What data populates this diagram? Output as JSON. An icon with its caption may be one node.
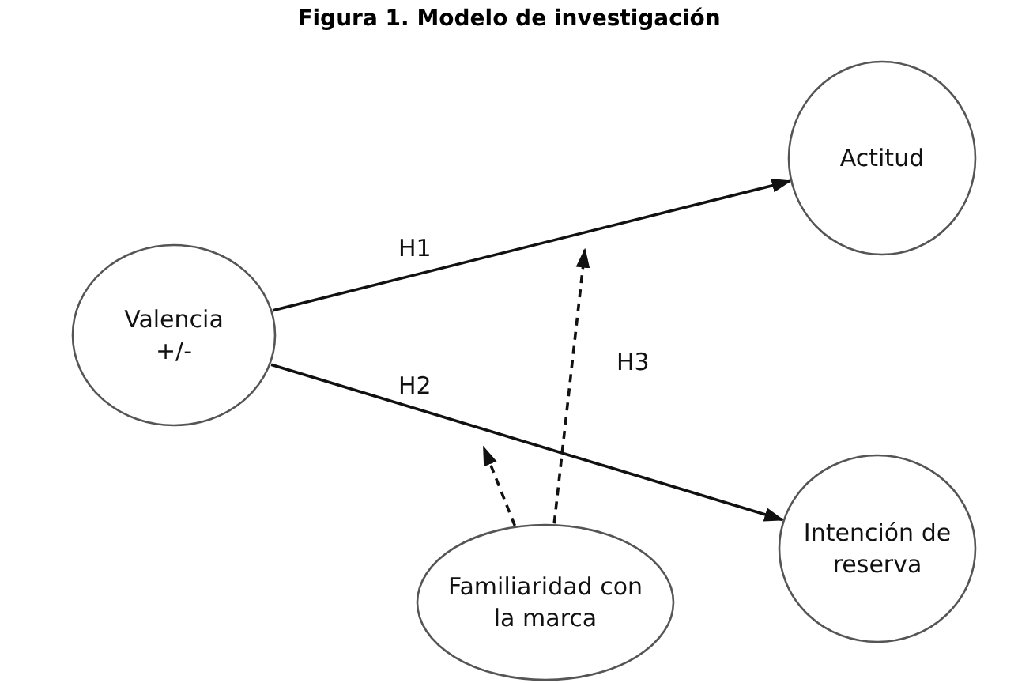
{
  "diagram": {
    "title": "Figura 1. Modelo de investigación",
    "nodes": [
      {
        "text": [
          "Valencia +/-"
        ]
      },
      {
        "text": [
          "Actitud"
        ]
      },
      {
        "text": [
          "Intención de reserva"
        ]
      },
      {
        "text": [
          "Familiaridad con la marca"
        ]
      }
    ],
    "edges": [
      {
        "from": 0,
        "to": 1,
        "arrow": "to",
        "label": "H1"
      },
      {
        "from": 0,
        "to": 2,
        "arrow": "to",
        "label": "H2"
      },
      {
        "from": 3,
        "to": null,
        "arrow": "to",
        "style": "dashed",
        "label": "H3"
      },
      {
        "from": 3,
        "to": null,
        "arrow": "to",
        "style": "dashed"
      }
    ]
  }
}
